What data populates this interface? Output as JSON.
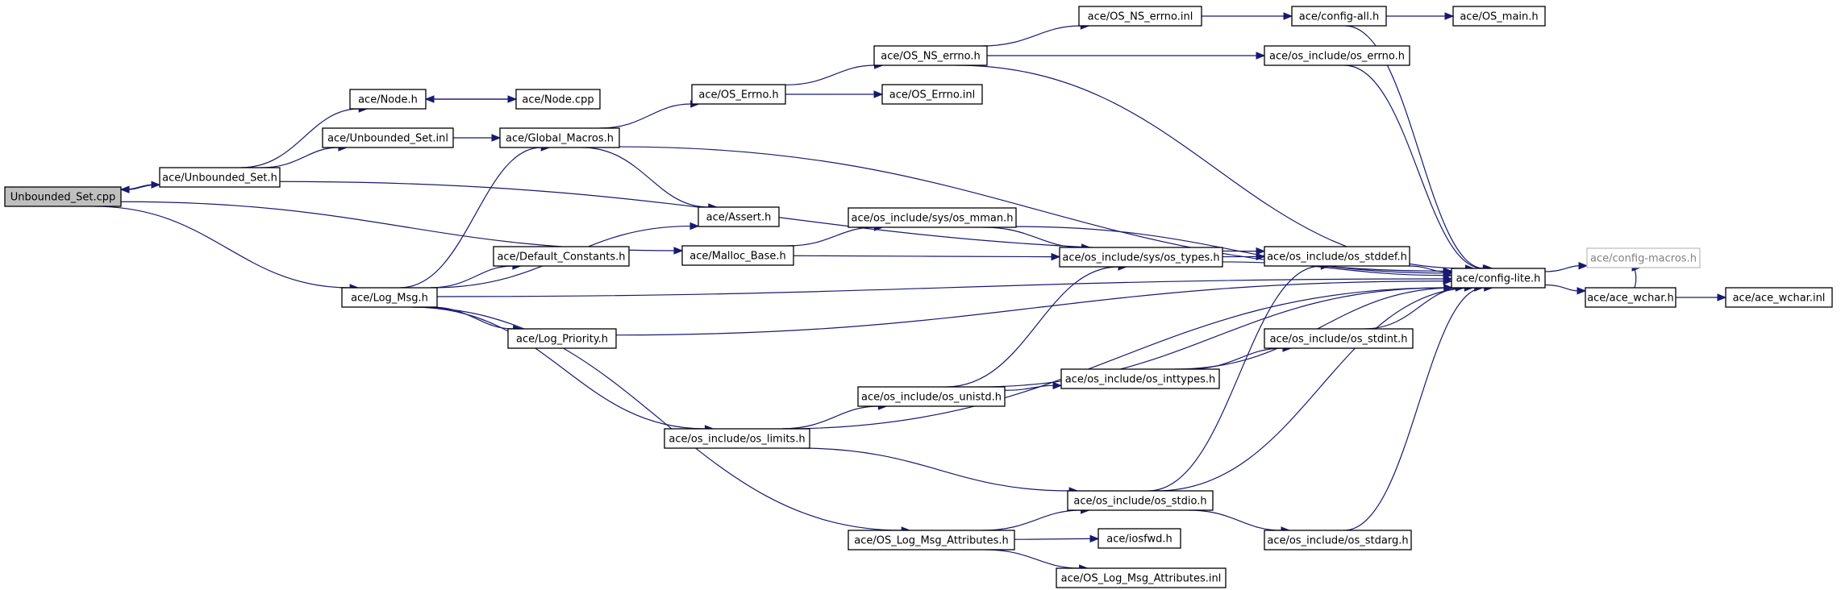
{
  "graph": {
    "title": "",
    "edge_color": "#191970",
    "root_fill": "#bfbfbf",
    "nodes": [
      {
        "id": "unbounded_set_cpp",
        "label": "Unbounded_Set.cpp",
        "style": "root"
      },
      {
        "id": "unbounded_set_h",
        "label": "ace/Unbounded_Set.h"
      },
      {
        "id": "node_h",
        "label": "ace/Node.h"
      },
      {
        "id": "node_cpp",
        "label": "ace/Node.cpp"
      },
      {
        "id": "unbounded_set_inl",
        "label": "ace/Unbounded_Set.inl"
      },
      {
        "id": "global_macros_h",
        "label": "ace/Global_Macros.h"
      },
      {
        "id": "os_errno_h",
        "label": "ace/OS_Errno.h"
      },
      {
        "id": "os_errno_inl",
        "label": "ace/OS_Errno.inl"
      },
      {
        "id": "os_ns_errno_h",
        "label": "ace/OS_NS_errno.h"
      },
      {
        "id": "os_ns_errno_inl",
        "label": "ace/OS_NS_errno.inl"
      },
      {
        "id": "config_all_h",
        "label": "ace/config-all.h"
      },
      {
        "id": "os_main_h",
        "label": "ace/OS_main.h"
      },
      {
        "id": "os_include_os_errno_h",
        "label": "ace/os_include/os_errno.h"
      },
      {
        "id": "assert_h",
        "label": "ace/Assert.h"
      },
      {
        "id": "os_mman_h",
        "label": "ace/os_include/sys/os_mman.h"
      },
      {
        "id": "malloc_base_h",
        "label": "ace/Malloc_Base.h"
      },
      {
        "id": "os_types_h",
        "label": "ace/os_include/sys/os_types.h"
      },
      {
        "id": "os_stddef_h",
        "label": "ace/os_include/os_stddef.h"
      },
      {
        "id": "config_lite_h",
        "label": "ace/config-lite.h"
      },
      {
        "id": "config_macros_h",
        "label": "ace/config-macros.h",
        "style": "dim"
      },
      {
        "id": "ace_wchar_h",
        "label": "ace/ace_wchar.h"
      },
      {
        "id": "ace_wchar_inl",
        "label": "ace/ace_wchar.inl"
      },
      {
        "id": "default_constants_h",
        "label": "ace/Default_Constants.h"
      },
      {
        "id": "log_msg_h",
        "label": "ace/Log_Msg.h"
      },
      {
        "id": "log_priority_h",
        "label": "ace/Log_Priority.h"
      },
      {
        "id": "os_stdint_h",
        "label": "ace/os_include/os_stdint.h"
      },
      {
        "id": "os_inttypes_h",
        "label": "ace/os_include/os_inttypes.h"
      },
      {
        "id": "os_unistd_h",
        "label": "ace/os_include/os_unistd.h"
      },
      {
        "id": "os_limits_h",
        "label": "ace/os_include/os_limits.h"
      },
      {
        "id": "os_stdio_h",
        "label": "ace/os_include/os_stdio.h"
      },
      {
        "id": "os_log_msg_attributes_h",
        "label": "ace/OS_Log_Msg_Attributes.h"
      },
      {
        "id": "iosfwd_h",
        "label": "ace/iosfwd.h"
      },
      {
        "id": "os_stdarg_h",
        "label": "ace/os_include/os_stdarg.h"
      },
      {
        "id": "os_log_msg_attributes_inl",
        "label": "ace/OS_Log_Msg_Attributes.inl"
      }
    ],
    "edges": [
      [
        "unbounded_set_cpp",
        "unbounded_set_h"
      ],
      [
        "unbounded_set_h",
        "unbounded_set_cpp"
      ],
      [
        "unbounded_set_cpp",
        "malloc_base_h"
      ],
      [
        "unbounded_set_cpp",
        "log_msg_h"
      ],
      [
        "unbounded_set_h",
        "node_h"
      ],
      [
        "unbounded_set_h",
        "unbounded_set_inl"
      ],
      [
        "unbounded_set_h",
        "os_stddef_h"
      ],
      [
        "node_h",
        "node_cpp"
      ],
      [
        "node_cpp",
        "node_h"
      ],
      [
        "unbounded_set_inl",
        "global_macros_h"
      ],
      [
        "global_macros_h",
        "os_errno_h"
      ],
      [
        "global_macros_h",
        "assert_h"
      ],
      [
        "global_macros_h",
        "config_lite_h"
      ],
      [
        "os_errno_h",
        "os_ns_errno_h"
      ],
      [
        "os_errno_h",
        "os_errno_inl"
      ],
      [
        "os_ns_errno_h",
        "os_ns_errno_inl"
      ],
      [
        "os_ns_errno_h",
        "os_include_os_errno_h"
      ],
      [
        "os_ns_errno_h",
        "config_lite_h"
      ],
      [
        "os_ns_errno_inl",
        "config_all_h"
      ],
      [
        "config_all_h",
        "os_main_h"
      ],
      [
        "config_all_h",
        "config_lite_h"
      ],
      [
        "os_include_os_errno_h",
        "config_lite_h"
      ],
      [
        "malloc_base_h",
        "os_mman_h"
      ],
      [
        "malloc_base_h",
        "os_types_h"
      ],
      [
        "os_mman_h",
        "os_types_h"
      ],
      [
        "os_mman_h",
        "config_lite_h"
      ],
      [
        "os_types_h",
        "os_stddef_h"
      ],
      [
        "os_types_h",
        "config_lite_h"
      ],
      [
        "os_stddef_h",
        "config_lite_h"
      ],
      [
        "config_lite_h",
        "config_macros_h"
      ],
      [
        "config_lite_h",
        "ace_wchar_h"
      ],
      [
        "ace_wchar_h",
        "ace_wchar_inl"
      ],
      [
        "ace_wchar_h",
        "config_macros_h"
      ],
      [
        "log_msg_h",
        "global_macros_h"
      ],
      [
        "log_msg_h",
        "assert_h"
      ],
      [
        "log_msg_h",
        "default_constants_h"
      ],
      [
        "log_msg_h",
        "log_priority_h"
      ],
      [
        "log_msg_h",
        "os_limits_h"
      ],
      [
        "log_msg_h",
        "os_log_msg_attributes_h"
      ],
      [
        "log_msg_h",
        "config_lite_h"
      ],
      [
        "log_priority_h",
        "config_lite_h"
      ],
      [
        "os_limits_h",
        "os_unistd_h"
      ],
      [
        "os_limits_h",
        "os_stdio_h"
      ],
      [
        "os_limits_h",
        "config_lite_h"
      ],
      [
        "os_unistd_h",
        "os_types_h"
      ],
      [
        "os_unistd_h",
        "os_inttypes_h"
      ],
      [
        "os_unistd_h",
        "config_lite_h"
      ],
      [
        "os_inttypes_h",
        "os_stdint_h"
      ],
      [
        "os_inttypes_h",
        "config_lite_h"
      ],
      [
        "os_stdint_h",
        "config_lite_h"
      ],
      [
        "os_stdio_h",
        "os_stddef_h"
      ],
      [
        "os_stdio_h",
        "os_stdarg_h"
      ],
      [
        "os_stdio_h",
        "config_lite_h"
      ],
      [
        "os_stdarg_h",
        "config_lite_h"
      ],
      [
        "os_log_msg_attributes_h",
        "os_stdio_h"
      ],
      [
        "os_log_msg_attributes_h",
        "iosfwd_h"
      ],
      [
        "os_log_msg_attributes_h",
        "os_log_msg_attributes_inl"
      ]
    ]
  }
}
